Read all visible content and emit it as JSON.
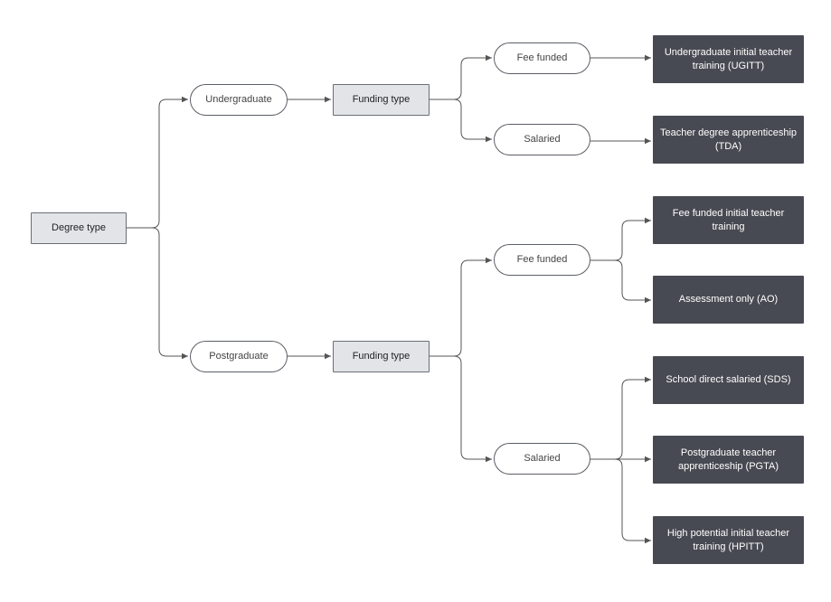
{
  "nodes": {
    "degree_type": "Degree type",
    "undergraduate": "Undergraduate",
    "postgraduate": "Postgraduate",
    "funding_type_ug": "Funding type",
    "funding_type_pg": "Funding type",
    "fee_funded_ug": "Fee funded",
    "salaried_ug": "Salaried",
    "fee_funded_pg": "Fee funded",
    "salaried_pg": "Salaried",
    "ugitt": "Undergraduate initial teacher training (UGITT)",
    "tda": "Teacher degree apprenticeship (TDA)",
    "fee_funded_itt": "Fee funded initial teacher training",
    "ao": "Assessment only (AO)",
    "sds": "School direct salaried (SDS)",
    "pgta": "Postgraduate teacher apprenticeship (PGTA)",
    "hpitt": "High potential initial teacher training (HPITT)"
  },
  "colors": {
    "grey_fill": "#e2e4e8",
    "dark_fill": "#474a52",
    "connector": "#555555"
  }
}
